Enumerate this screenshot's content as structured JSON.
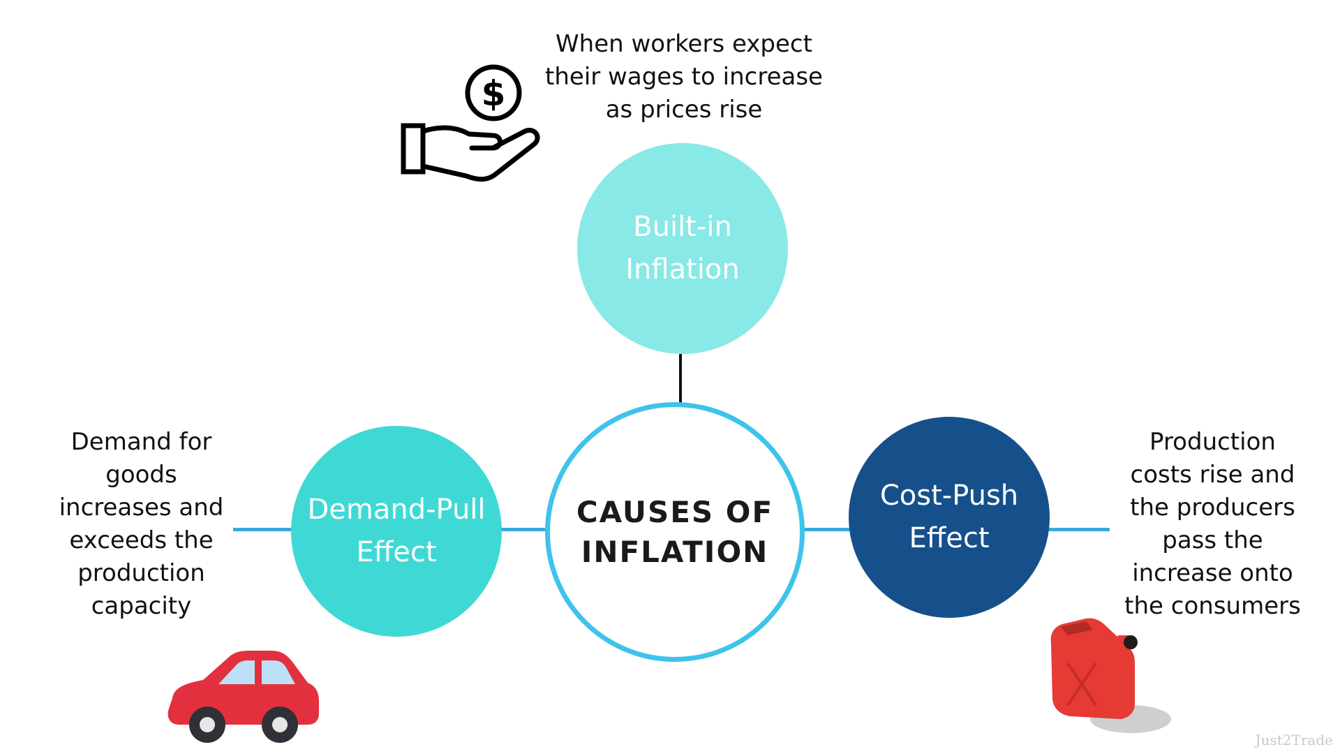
{
  "title_line1": "CAUSES OF",
  "title_line2": "INFLATION",
  "nodes": {
    "builtin": {
      "line1": "Built-in",
      "line2": "Inflation",
      "color": "#88e9e6"
    },
    "demand": {
      "line1": "Demand-Pull",
      "line2": "Effect",
      "color": "#3fd9d5"
    },
    "cost": {
      "line1": "Cost-Push",
      "line2": "Effect",
      "color": "#16508a"
    }
  },
  "descriptions": {
    "builtin": [
      "When workers expect",
      "their wages to increase",
      "as prices rise"
    ],
    "demand": [
      "Demand for",
      "goods",
      "increases and",
      "exceeds the",
      "production",
      "capacity"
    ],
    "cost": [
      "Production",
      "costs rise and",
      "the producers",
      "pass the",
      "increase onto",
      "the consumers"
    ]
  },
  "icons": {
    "builtin": "hand-holding-dollar-icon",
    "demand": "red-car-icon",
    "cost": "red-fuel-canister-icon"
  },
  "watermark": "Just2Trade",
  "colors": {
    "center_ring": "#3ec3ea",
    "connector": "#3aa9d8"
  }
}
